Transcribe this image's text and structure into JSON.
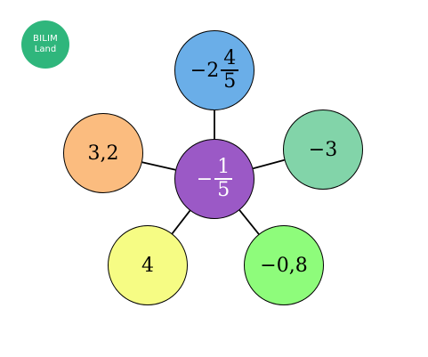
{
  "logo": {
    "line1": "BILIM",
    "line2": "Land",
    "color": "#2fb67c"
  },
  "center": {
    "sign": "−",
    "numerator": "1",
    "denominator": "5",
    "color": "#9b59c6",
    "text_color": "#ffffff"
  },
  "nodes": [
    {
      "id": "top",
      "whole": "−2",
      "numerator": "4",
      "denominator": "5",
      "color": "#6aaee8"
    },
    {
      "id": "right",
      "value": "−3",
      "color": "#82d4a9"
    },
    {
      "id": "bottom-right",
      "value": "−0,8",
      "color": "#8efc7b"
    },
    {
      "id": "bottom-left",
      "value": "4",
      "color": "#f6fc84"
    },
    {
      "id": "left",
      "value": "3,2",
      "color": "#fbbc7f"
    }
  ]
}
